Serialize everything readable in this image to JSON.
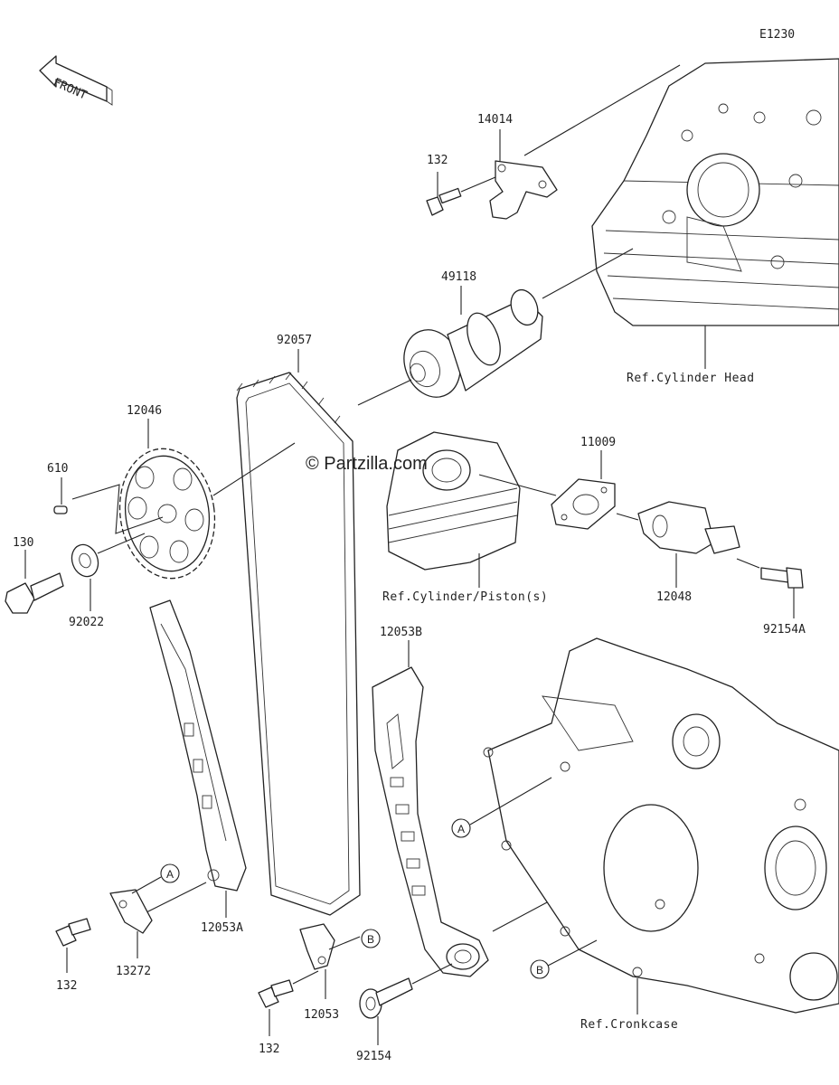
{
  "diagram_code": "E1230",
  "front_label": "FRONT",
  "watermark": "© Partzilla.com",
  "parts": {
    "p14014": "14014",
    "p132_top": "132",
    "p49118": "49118",
    "p92057": "92057",
    "p12046": "12046",
    "p610": "610",
    "p130": "130",
    "p92022": "92022",
    "p11009": "11009",
    "p12048": "12048",
    "p92154A": "92154A",
    "p12053B": "12053B",
    "p12053A": "12053A",
    "p13272": "13272",
    "p132_left": "132",
    "p12053": "12053",
    "p132_bottom": "132",
    "p92154": "92154"
  },
  "refs": {
    "cylinder_head": "Ref.Cylinder Head",
    "cylinder_piston": "Ref.Cylinder/Piston(s)",
    "crankcase": "Ref.Cronkcase"
  },
  "markers": {
    "a": "A",
    "b": "B"
  }
}
